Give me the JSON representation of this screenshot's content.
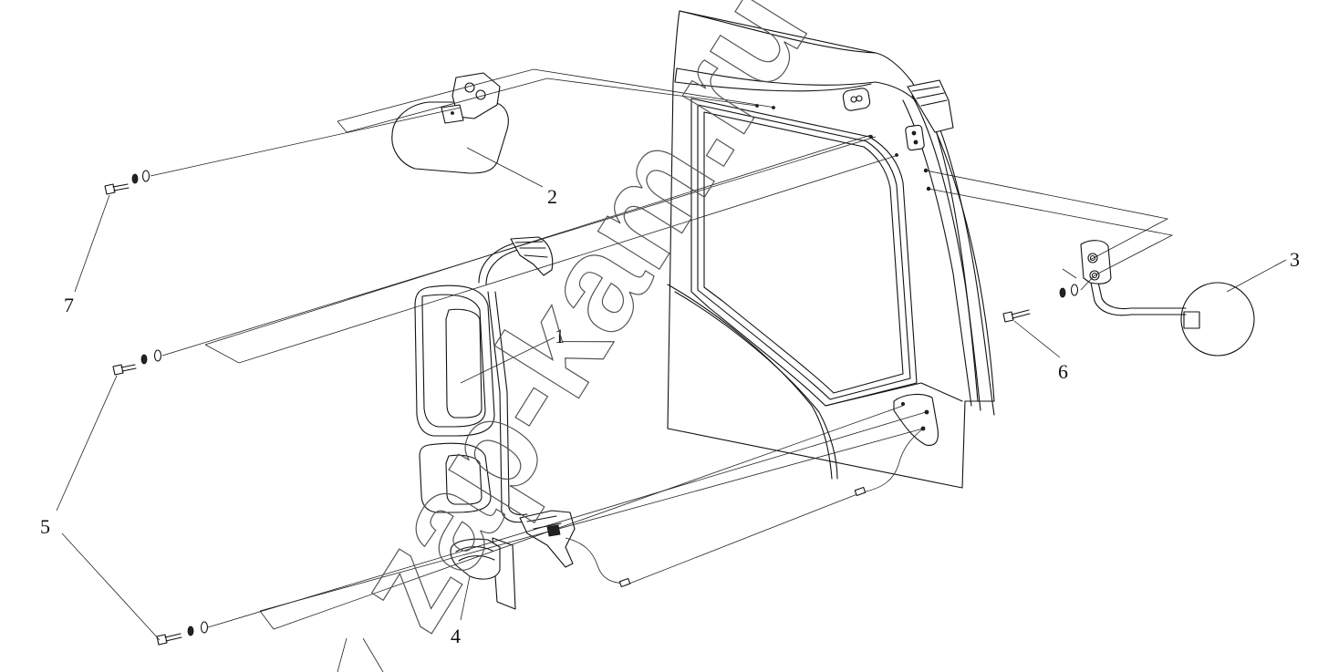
{
  "callouts": [
    {
      "id": "1",
      "label": "1"
    },
    {
      "id": "2",
      "label": "2"
    },
    {
      "id": "3",
      "label": "3"
    },
    {
      "id": "4",
      "label": "4"
    },
    {
      "id": "5",
      "label": "5"
    },
    {
      "id": "6",
      "label": "6"
    },
    {
      "id": "7",
      "label": "7"
    }
  ],
  "watermark": "zap-kam.ru"
}
